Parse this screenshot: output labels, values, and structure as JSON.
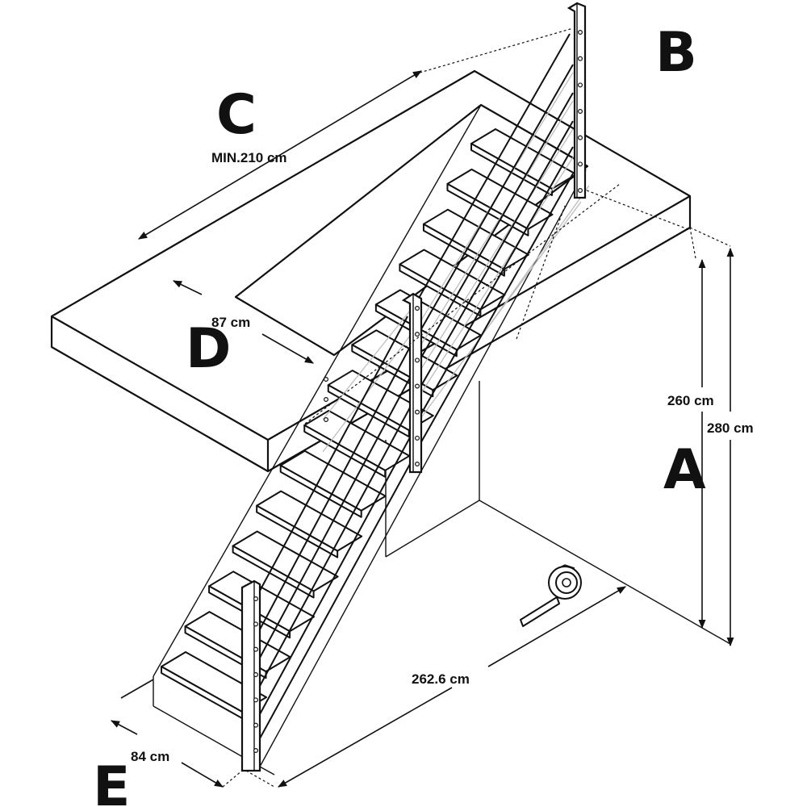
{
  "labels": {
    "a": "A",
    "b": "B",
    "c": "C",
    "d": "D",
    "e": "E"
  },
  "dimensions": {
    "min_length": "MIN.210 cm",
    "opening_width": "87 cm",
    "floor_height": "260 cm",
    "total_height": "280 cm",
    "run_length": "262.6 cm",
    "stair_width": "84 cm"
  },
  "colors": {
    "line": "#111111",
    "ghost": "#bdbdbd",
    "background": "#ffffff"
  },
  "icons": [
    "tape-measure-icon"
  ]
}
